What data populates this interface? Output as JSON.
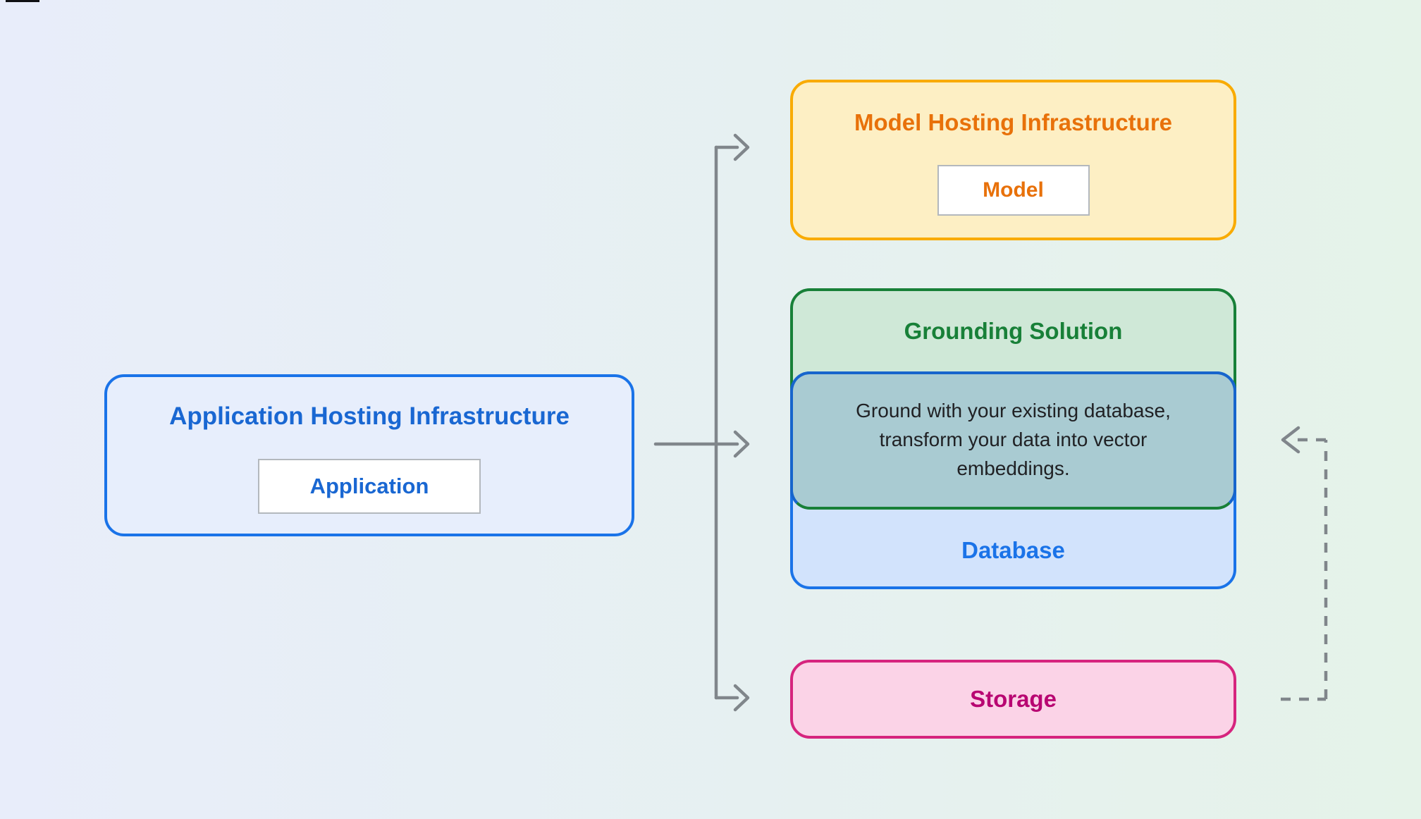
{
  "boxes": {
    "application": {
      "title": "Application Hosting Infrastructure",
      "chip": "Application"
    },
    "model": {
      "title": "Model Hosting Infrastructure",
      "chip": "Model"
    },
    "grounding": {
      "title": "Grounding Solution",
      "description": "Ground with your existing database, transform your data into vector embeddings."
    },
    "database": {
      "label": "Database"
    },
    "storage": {
      "label": "Storage"
    }
  },
  "colors": {
    "bg-left": "#E8EDFA",
    "bg-right": "#E5F3E9",
    "app-accent": "#1967D2",
    "app-border": "#1A73E8",
    "app-fill": "#E7EEFC",
    "model-accent": "#E8710A",
    "model-border": "#F9AB00",
    "model-fill": "#FDEFC4",
    "ground-accent": "#188038",
    "ground-fill": "#CFE8D7",
    "overlap-fill": "#A9CBD2",
    "overlap-border": "#1765CC",
    "db-accent": "#1A73E8",
    "db-border": "#1A73E8",
    "db-fill": "#D2E3FC",
    "storage-accent": "#B80672",
    "storage-border": "#D6247E",
    "storage-fill": "#FBD3E7",
    "desc-text": "#202124",
    "chip-bg": "#FFFFFF",
    "chip-border": "#B3B8BD",
    "connector": "#80868B"
  }
}
